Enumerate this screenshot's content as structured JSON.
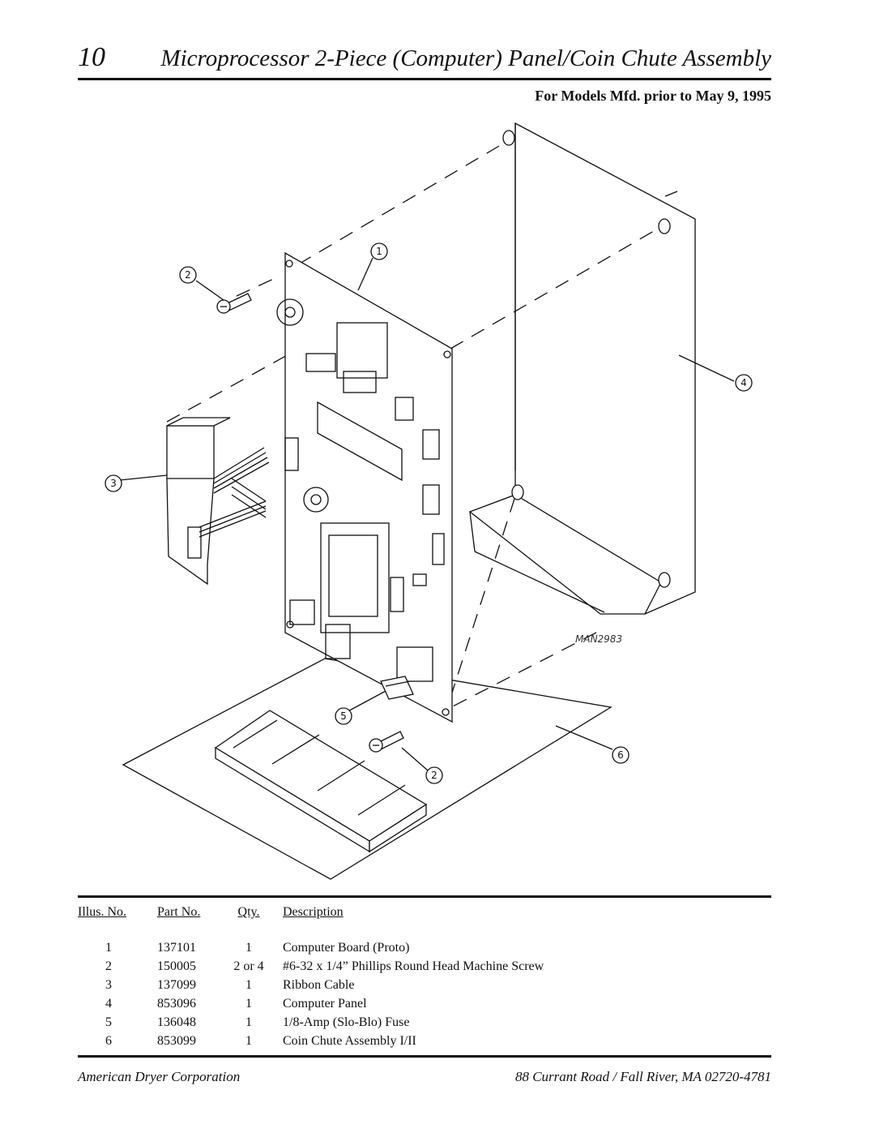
{
  "header": {
    "page_number": "10",
    "title": "Microprocessor 2-Piece (Computer) Panel/Coin Chute Assembly",
    "subtitle": "For Models Mfd. prior to May 9, 1995"
  },
  "diagram": {
    "callouts": [
      "1",
      "2",
      "3",
      "4",
      "5",
      "6",
      "2"
    ],
    "drawing_number": "MAN2983"
  },
  "parts_table": {
    "headers": {
      "illus_no": "Illus. No.",
      "part_no": "Part No.",
      "qty": "Qty.",
      "description": "Description"
    },
    "rows": [
      {
        "illus_no": "1",
        "part_no": "137101",
        "qty": "1",
        "description": "Computer Board (Proto)"
      },
      {
        "illus_no": "2",
        "part_no": "150005",
        "qty": "2 or 4",
        "description": "#6-32 x 1/4” Phillips Round Head Machine Screw"
      },
      {
        "illus_no": "3",
        "part_no": "137099",
        "qty": "1",
        "description": "Ribbon Cable"
      },
      {
        "illus_no": "4",
        "part_no": "853096",
        "qty": "1",
        "description": "Computer Panel"
      },
      {
        "illus_no": "5",
        "part_no": "136048",
        "qty": "1",
        "description": "1/8-Amp (Slo-Blo) Fuse"
      },
      {
        "illus_no": "6",
        "part_no": "853099",
        "qty": "1",
        "description": "Coin Chute Assembly I/II"
      }
    ]
  },
  "footer": {
    "company": "American Dryer Corporation",
    "address": "88 Currant Road / Fall River, MA 02720-4781"
  }
}
